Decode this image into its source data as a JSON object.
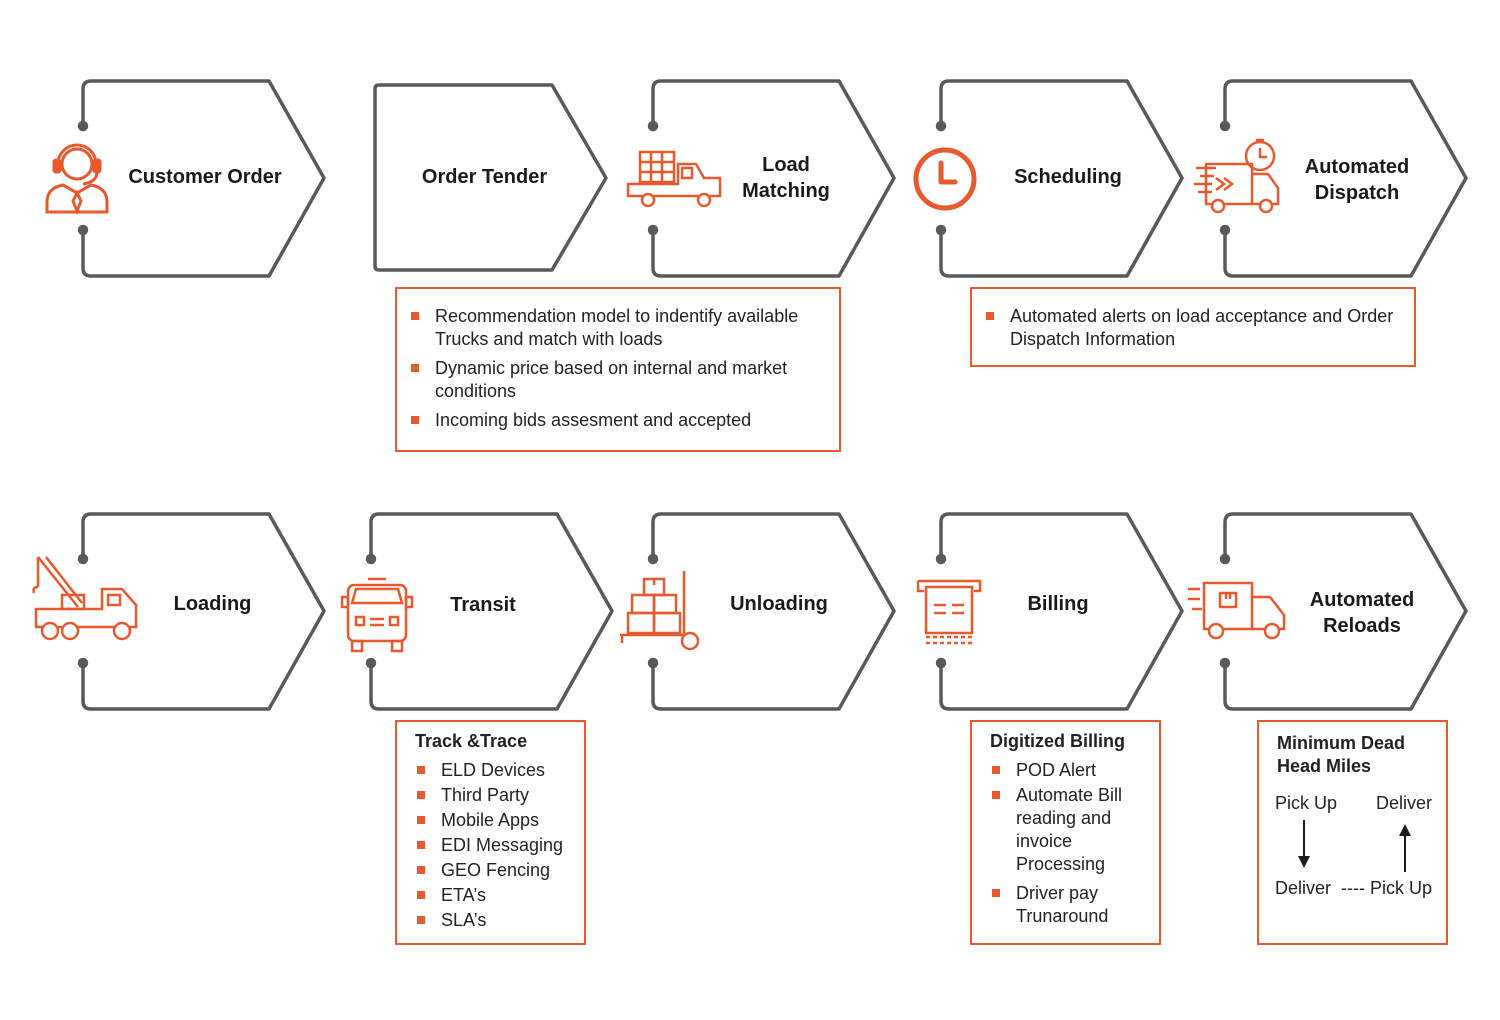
{
  "colors": {
    "accent": "#e8592e",
    "outline": "#595959",
    "text": "#1a1a1a"
  },
  "steps": [
    {
      "label": "Customer Order",
      "icon": "customer-service-icon"
    },
    {
      "label": "Order Tender",
      "icon": ""
    },
    {
      "label": "Load\nMatching",
      "icon": "truck-cargo-icon"
    },
    {
      "label": "Scheduling",
      "icon": "clock-icon"
    },
    {
      "label": "Automated\nDispatch",
      "icon": "fast-delivery-truck-icon"
    },
    {
      "label": "Loading",
      "icon": "crane-truck-icon"
    },
    {
      "label": "Transit",
      "icon": "truck-front-icon"
    },
    {
      "label": "Unloading",
      "icon": "hand-truck-boxes-icon"
    },
    {
      "label": "Billing",
      "icon": "receipt-icon"
    },
    {
      "label": "Automated\nReloads",
      "icon": "delivery-van-icon"
    }
  ],
  "details": {
    "matching": {
      "items": [
        "Recommendation model to indentify available Trucks and match with loads",
        "Dynamic price based on internal and market conditions",
        "Incoming bids assesment and accepted"
      ]
    },
    "dispatch": {
      "items": [
        "Automated alerts on load acceptance and Order Dispatch Information"
      ]
    },
    "transit": {
      "title": "Track &Trace",
      "items": [
        "ELD Devices",
        "Third Party",
        "Mobile Apps",
        "EDI Messaging",
        "GEO Fencing",
        "ETA’s",
        "SLA’s"
      ]
    },
    "billing": {
      "title": "Digitized Billing",
      "items": [
        "POD Alert",
        "Automate Bill reading and invoice Processing",
        "Driver pay Trunaround"
      ]
    },
    "reloads": {
      "title": "Minimum Dead Head Miles",
      "pickup_top": "Pick Up",
      "deliver_top": "Deliver",
      "deliver_bottom": "Deliver",
      "dashes": "----",
      "pickup_bottom": "Pick Up"
    }
  }
}
